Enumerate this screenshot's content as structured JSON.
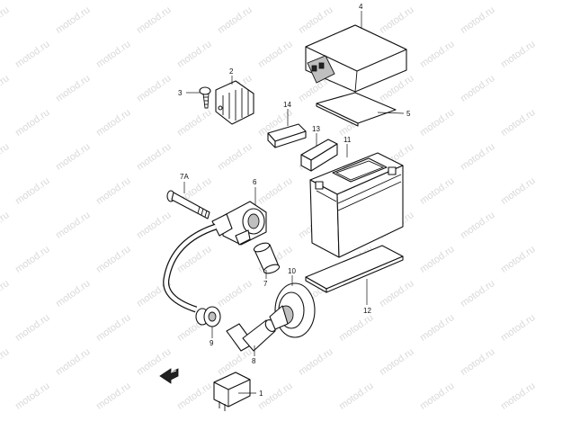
{
  "watermark": {
    "text": "motod.ru"
  },
  "callouts": [
    {
      "id": "4",
      "label": "4"
    },
    {
      "id": "2",
      "label": "2"
    },
    {
      "id": "3",
      "label": "3"
    },
    {
      "id": "14",
      "label": "14"
    },
    {
      "id": "5",
      "label": "5"
    },
    {
      "id": "13",
      "label": "13"
    },
    {
      "id": "11",
      "label": "11"
    },
    {
      "id": "7A",
      "label": "7A"
    },
    {
      "id": "6",
      "label": "6"
    },
    {
      "id": "7",
      "label": "7"
    },
    {
      "id": "10",
      "label": "10"
    },
    {
      "id": "12",
      "label": "12"
    },
    {
      "id": "9",
      "label": "9"
    },
    {
      "id": "8",
      "label": "8"
    },
    {
      "id": "1",
      "label": "1"
    }
  ],
  "orientation_arrow": {
    "icon": "front-arrow-icon"
  }
}
